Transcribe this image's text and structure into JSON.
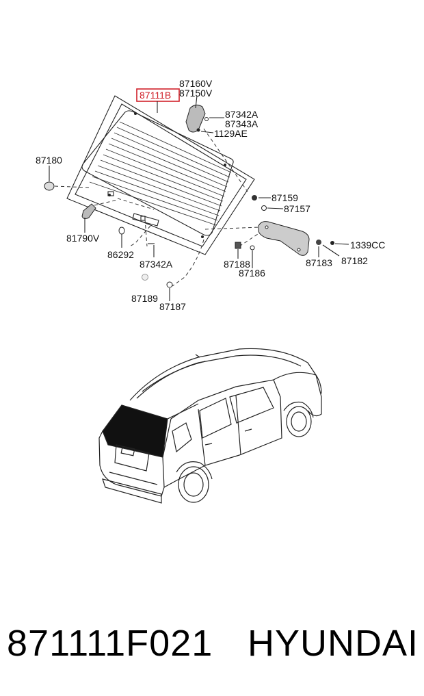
{
  "labels": {
    "p87160V": "87160V",
    "p87150V": "87150V",
    "p87111B": "87111B",
    "p87342A_top": "87342A",
    "p87343A": "87343A",
    "p1129AE": "1129AE",
    "p87180": "87180",
    "p87159": "87159",
    "p87157": "87157",
    "p81790V": "81790V",
    "p86292": "86292",
    "p87342A_bottom": "87342A",
    "p87188": "87188",
    "p87186": "87186",
    "p87183": "87183",
    "p87182": "87182",
    "p1339CC": "1339CC",
    "p87189": "87189",
    "p87187": "87187"
  },
  "highlight_color": "#d0212a",
  "footer": {
    "part_number": "871111F021",
    "brand": "HYUNDAI"
  }
}
